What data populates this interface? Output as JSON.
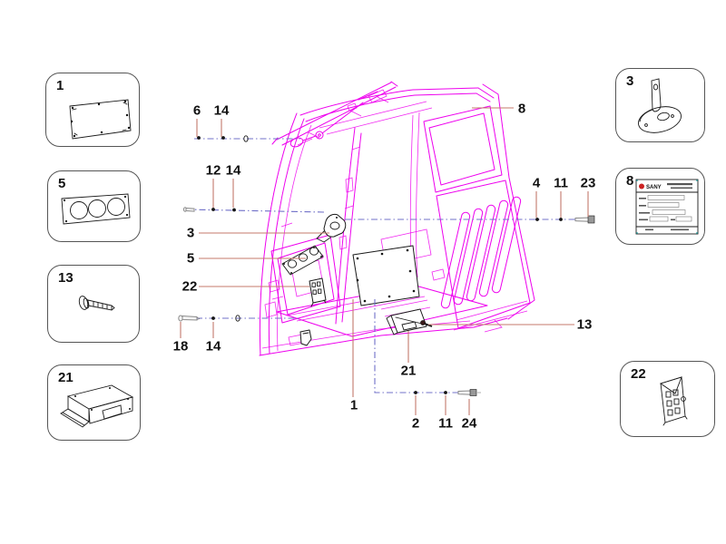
{
  "colors": {
    "line": "#ee00ee",
    "ink": "#1a1a1a",
    "leader": "#c4786b",
    "axis": "#7070c8",
    "brand_red": "#cc2222",
    "border": "#555555",
    "metal": "#8a8a8a"
  },
  "thumbnails": {
    "left": [
      {
        "label": "1"
      },
      {
        "label": "5"
      },
      {
        "label": "13"
      },
      {
        "label": "21"
      }
    ],
    "right": [
      {
        "label": "3"
      },
      {
        "label": "8"
      },
      {
        "label": "22"
      }
    ]
  },
  "nameplate": {
    "brand": "SANY"
  },
  "callouts": [
    {
      "label": "6"
    },
    {
      "label": "14"
    },
    {
      "label": "12"
    },
    {
      "label": "14"
    },
    {
      "label": "3"
    },
    {
      "label": "5"
    },
    {
      "label": "22"
    },
    {
      "label": "18"
    },
    {
      "label": "14"
    },
    {
      "label": "1"
    },
    {
      "label": "21"
    },
    {
      "label": "2"
    },
    {
      "label": "11"
    },
    {
      "label": "24"
    },
    {
      "label": "8"
    },
    {
      "label": "4"
    },
    {
      "label": "11"
    },
    {
      "label": "23"
    },
    {
      "label": "13"
    }
  ]
}
